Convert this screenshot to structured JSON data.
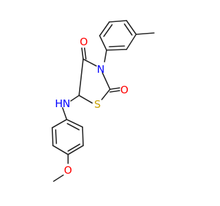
{
  "molecule": {
    "atoms": {
      "o_carbonyl_top": "O",
      "o_carbonyl_right": "O",
      "n_ring": "N",
      "s_ring": "S",
      "n_amine": "N",
      "h_amine": "H",
      "o_methoxy": "O"
    },
    "colors": {
      "bond": "#222222",
      "oxygen": "#ff0000",
      "nitrogen": "#0000ff",
      "sulfur": "#c8a000",
      "carbon": "#222222"
    }
  }
}
